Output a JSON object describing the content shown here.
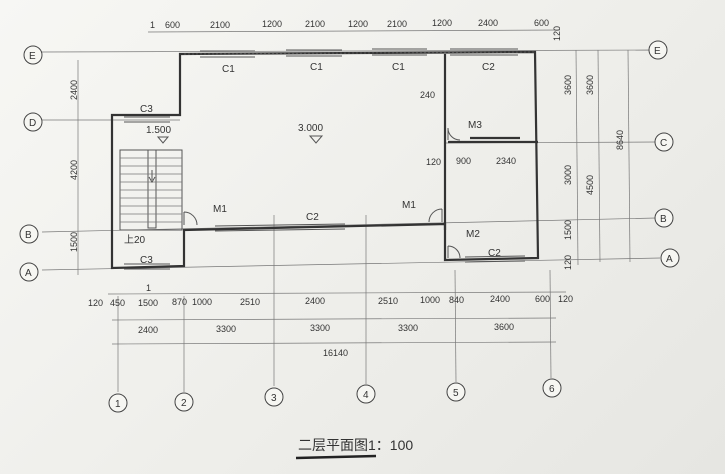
{
  "title": "二层平面图1：100",
  "grid_rows": [
    "E",
    "D",
    "B",
    "A"
  ],
  "grid_rows_right": [
    "E",
    "C",
    "B",
    "A"
  ],
  "grid_cols": [
    "1",
    "2",
    "3",
    "4",
    "5",
    "6"
  ],
  "top_dims": [
    "1",
    "600",
    "2100",
    "1200",
    "2100",
    "1200",
    "2100",
    "1200",
    "2400",
    "600",
    "120"
  ],
  "bottom_dims_row1": [
    "120",
    "450",
    "1500",
    "870",
    "1000",
    "2510",
    "2400",
    "2510",
    "1000",
    "840",
    "2400",
    "600",
    "120"
  ],
  "bottom_dims_row2": [
    "2400",
    "3300",
    "3300",
    "3300",
    "3600"
  ],
  "bottom_total": "16140",
  "stair_label": "1",
  "left_dims": [
    "2400",
    "4200",
    "1500"
  ],
  "right_dims": [
    "3600",
    "3600",
    "3000",
    "4500",
    "1500",
    "120",
    "8640"
  ],
  "interior_dims": [
    "240",
    "120",
    "900",
    "2340"
  ],
  "labels": {
    "c1a": "C1",
    "c1b": "C1",
    "c1c": "C1",
    "c2a": "C2",
    "c2b": "C2",
    "c2c": "C2",
    "c3a": "C3",
    "c3b": "C3",
    "m1a": "M1",
    "m1b": "M1",
    "m2": "M2",
    "m3": "M3",
    "elev1": "3.000",
    "elev2": "1.500",
    "up": "上20"
  }
}
